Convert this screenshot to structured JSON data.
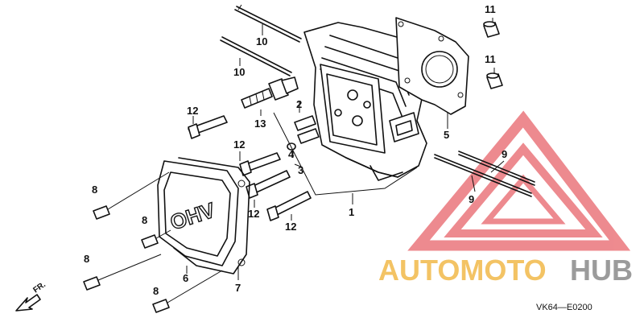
{
  "diagram": {
    "callouts": [
      {
        "id": "c11a",
        "text": "11"
      },
      {
        "id": "c11b",
        "text": "11"
      },
      {
        "id": "c10a",
        "text": "10"
      },
      {
        "id": "c10b",
        "text": "10"
      },
      {
        "id": "c2",
        "text": "2"
      },
      {
        "id": "c13",
        "text": "13"
      },
      {
        "id": "c4",
        "text": "4"
      },
      {
        "id": "c3",
        "text": "3"
      },
      {
        "id": "c5",
        "text": "5"
      },
      {
        "id": "c9a",
        "text": "9"
      },
      {
        "id": "c9b",
        "text": "9"
      },
      {
        "id": "c12a",
        "text": "12"
      },
      {
        "id": "c12b",
        "text": "12"
      },
      {
        "id": "c12c",
        "text": "12"
      },
      {
        "id": "c12d",
        "text": "12"
      },
      {
        "id": "c1",
        "text": "1"
      },
      {
        "id": "c8a",
        "text": "8"
      },
      {
        "id": "c8b",
        "text": "8"
      },
      {
        "id": "c8c",
        "text": "8"
      },
      {
        "id": "c8d",
        "text": "8"
      },
      {
        "id": "c6",
        "text": "6"
      },
      {
        "id": "c7",
        "text": "7"
      }
    ],
    "cover_marking": "OHV",
    "direction_label": "FR.",
    "drawing_code": "VK64—E0200"
  },
  "watermark": {
    "brand_part1": "AUTOMOTO",
    "brand_part2": "HUB",
    "colors": {
      "triangle": "#e8646a",
      "text1": "#f2b94a",
      "text2": "#8a8a8a"
    }
  }
}
